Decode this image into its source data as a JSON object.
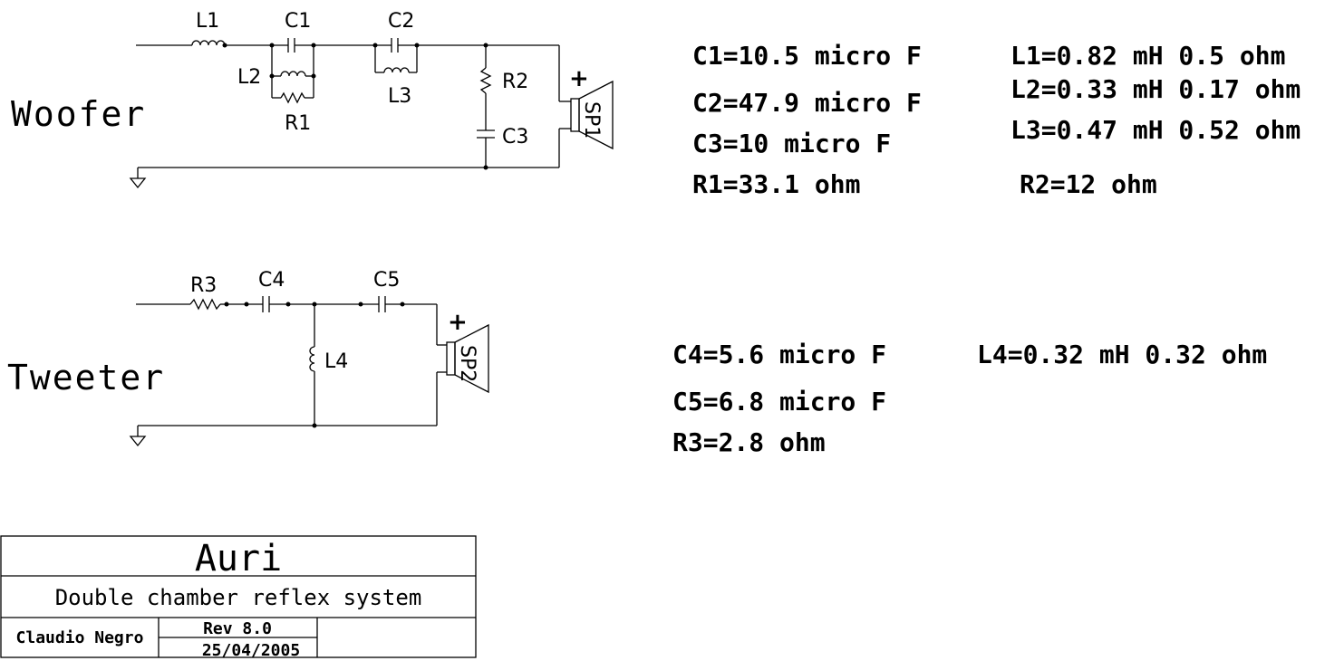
{
  "woofer": {
    "title": "Woofer",
    "labels": {
      "L1": "L1",
      "C1": "C1",
      "L2": "L2",
      "R1": "R1",
      "C2": "C2",
      "L3": "L3",
      "R2": "R2",
      "C3": "C3",
      "SP1": "SP1",
      "plus": "+"
    },
    "values": {
      "c1": "C1=10.5 micro F",
      "c2": "C2=47.9 micro F",
      "c3": "C3=10 micro F",
      "r1": "R1=33.1 ohm",
      "l1": "L1=0.82 mH 0.5 ohm",
      "l2": "L2=0.33 mH 0.17 ohm",
      "l3": "L3=0.47 mH 0.52 ohm",
      "r2": "R2=12 ohm"
    }
  },
  "tweeter": {
    "title": "Tweeter",
    "labels": {
      "R3": "R3",
      "C4": "C4",
      "C5": "C5",
      "L4": "L4",
      "SP2": "SP2",
      "plus": "+"
    },
    "values": {
      "c4": "C4=5.6 micro F",
      "c5": "C5=6.8 micro F",
      "r3": "R3=2.8 ohm",
      "l4": "L4=0.32 mH 0.32 ohm"
    }
  },
  "title_block": {
    "title": "Auri",
    "subtitle": "Double chamber reflex system",
    "author": "Claudio Negro",
    "revision": "Rev 8.0",
    "date": "25/04/2005"
  }
}
